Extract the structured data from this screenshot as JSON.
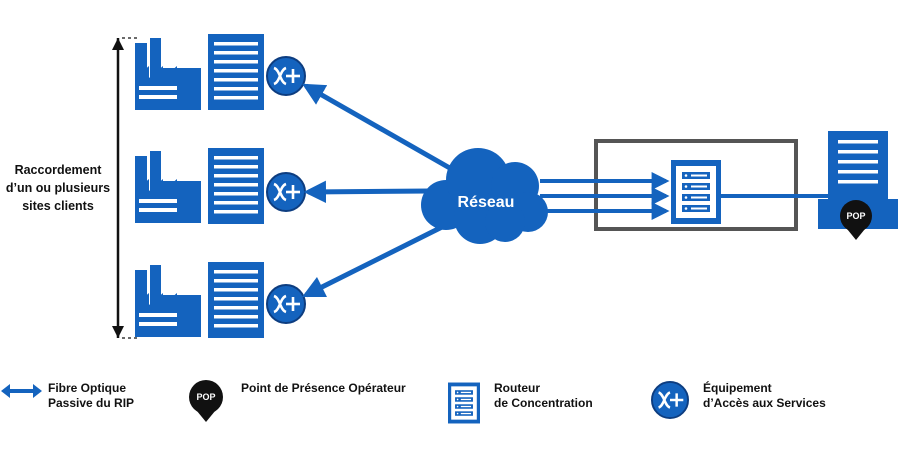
{
  "side_label": [
    "Raccordement",
    "d’un ou plusieurs",
    "sites clients"
  ],
  "cloud_label": "Réseau",
  "pop_badge": "POP",
  "legend": {
    "fibre": [
      "Fibre Optique",
      "Passive du RIP"
    ],
    "pop": [
      "Point de Présence Opérateur"
    ],
    "router": [
      "Routeur",
      "de Concentration"
    ],
    "equip": [
      "Équipement",
      "d’Accès aux Services"
    ]
  },
  "colors": {
    "primary": "#1463be",
    "dark": "#0d3d80",
    "black": "#111111",
    "frame": "#555555"
  },
  "icons": [
    "factory-icon",
    "office-building-icon",
    "access-equipment-icon",
    "cloud-icon",
    "router-rack-icon",
    "pop-pin-icon",
    "double-arrow-icon"
  ]
}
